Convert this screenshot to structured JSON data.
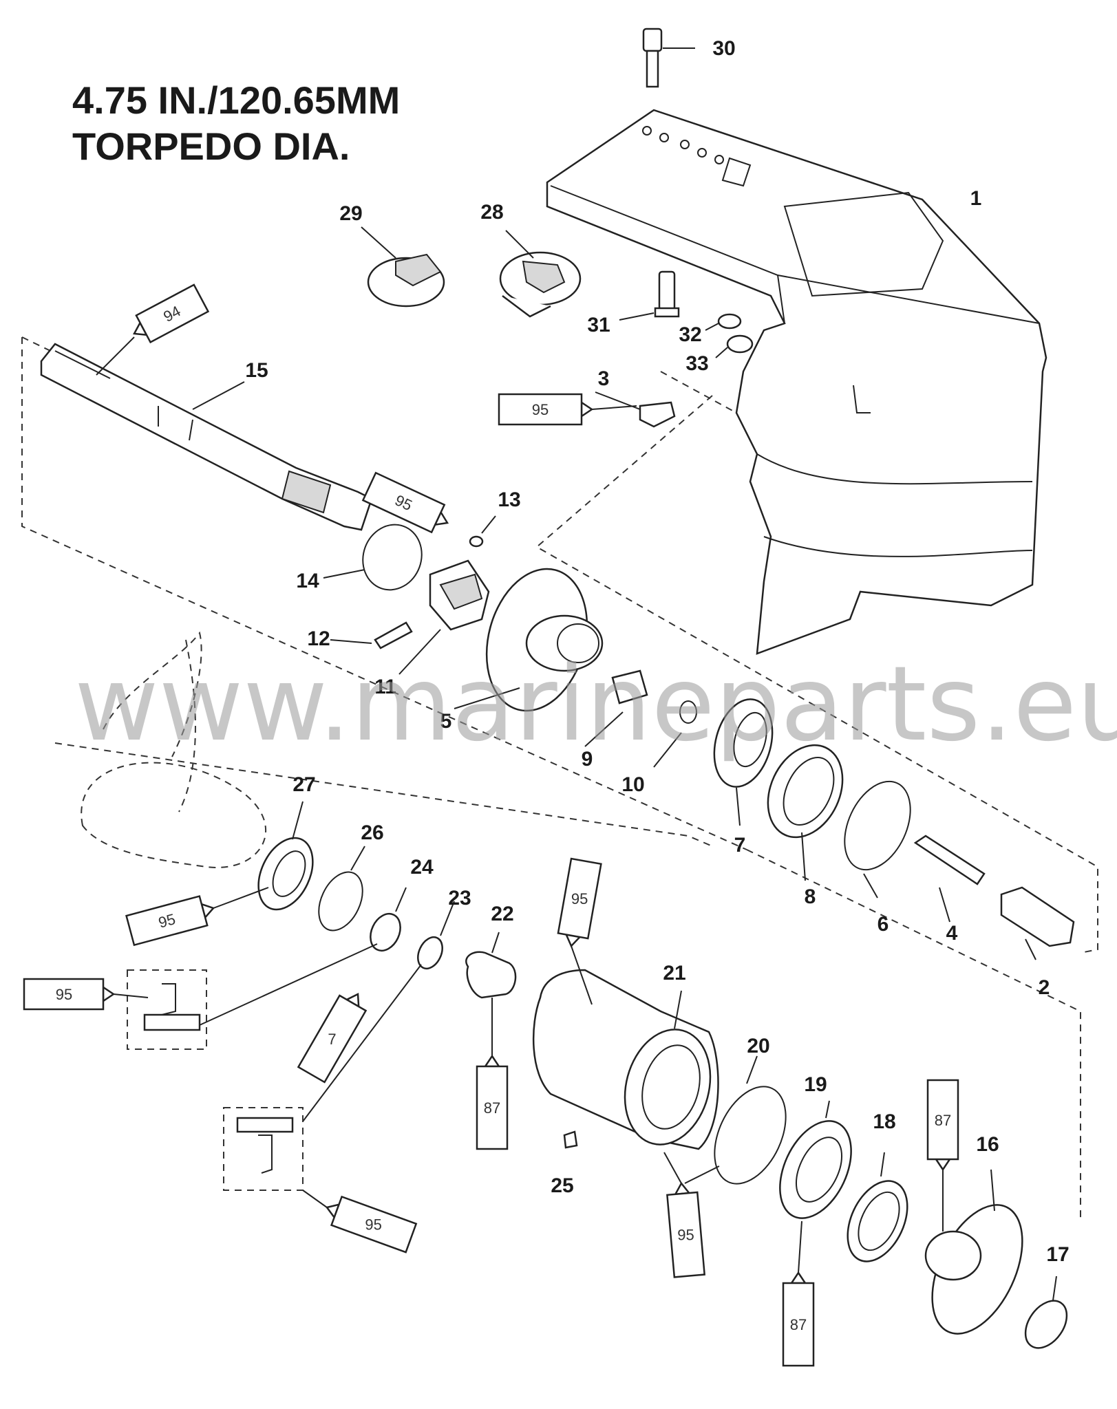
{
  "title": {
    "line1": "4.75 IN./120.65MM",
    "line2": "TORPEDO DIA."
  },
  "watermark": "www.marineparts.eu",
  "callouts": [
    {
      "id": "c1",
      "label": "1"
    },
    {
      "id": "c2",
      "label": "2"
    },
    {
      "id": "c3",
      "label": "3"
    },
    {
      "id": "c4",
      "label": "4"
    },
    {
      "id": "c5",
      "label": "5"
    },
    {
      "id": "c6",
      "label": "6"
    },
    {
      "id": "c7",
      "label": "7"
    },
    {
      "id": "c8",
      "label": "8"
    },
    {
      "id": "c9",
      "label": "9"
    },
    {
      "id": "c10",
      "label": "10"
    },
    {
      "id": "c11",
      "label": "11"
    },
    {
      "id": "c12",
      "label": "12"
    },
    {
      "id": "c13",
      "label": "13"
    },
    {
      "id": "c14",
      "label": "14"
    },
    {
      "id": "c15",
      "label": "15"
    },
    {
      "id": "c16",
      "label": "16"
    },
    {
      "id": "c17",
      "label": "17"
    },
    {
      "id": "c18",
      "label": "18"
    },
    {
      "id": "c19",
      "label": "19"
    },
    {
      "id": "c20",
      "label": "20"
    },
    {
      "id": "c21",
      "label": "21"
    },
    {
      "id": "c22",
      "label": "22"
    },
    {
      "id": "c23",
      "label": "23"
    },
    {
      "id": "c24",
      "label": "24"
    },
    {
      "id": "c25",
      "label": "25"
    },
    {
      "id": "c26",
      "label": "26"
    },
    {
      "id": "c27",
      "label": "27"
    },
    {
      "id": "c28",
      "label": "28"
    },
    {
      "id": "c29",
      "label": "29"
    },
    {
      "id": "c30",
      "label": "30"
    },
    {
      "id": "c31",
      "label": "31"
    },
    {
      "id": "c32",
      "label": "32"
    },
    {
      "id": "c33",
      "label": "33"
    }
  ],
  "tubes": [
    {
      "id": "t94",
      "code": "94"
    },
    {
      "id": "t95a",
      "code": "95"
    },
    {
      "id": "t95b",
      "code": "95"
    },
    {
      "id": "t95c",
      "code": "95"
    },
    {
      "id": "t95d",
      "code": "95"
    },
    {
      "id": "t95e",
      "code": "95"
    },
    {
      "id": "t95f",
      "code": "95"
    },
    {
      "id": "t95g",
      "code": "95"
    },
    {
      "id": "t7",
      "code": "7"
    },
    {
      "id": "t87a",
      "code": "87"
    },
    {
      "id": "t87b",
      "code": "87"
    },
    {
      "id": "t87c",
      "code": "87"
    }
  ]
}
